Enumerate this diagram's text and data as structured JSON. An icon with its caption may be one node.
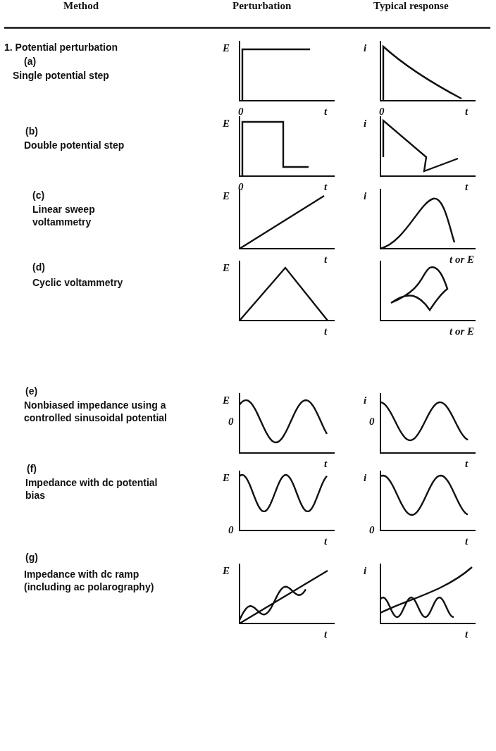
{
  "diagram": {
    "labels": [
      "Method",
      "Perturbation",
      "Typical response",
      "1. Potential perturbation",
      "(a)",
      "Single potential step",
      "E",
      "0",
      "t",
      "i",
      "0",
      "t",
      "(b)",
      "Double potential step",
      "E",
      "0",
      "t",
      "i",
      "t",
      "(c)",
      "Linear sweep voltammetry",
      "E",
      "t",
      "i",
      "t or E",
      "(d)",
      "Cyclic voltammetry",
      "E",
      "t",
      "t or E",
      "(e)",
      "Nonbiased impedance using a controlled sinusoidal potential",
      "E",
      "0",
      "t",
      "i",
      "0",
      "t",
      "(f)",
      "Impedance with dc potential bias",
      "E",
      "0",
      "t",
      "i",
      "0",
      "t",
      "(g)",
      "Impedance with dc ramp (including ac polarography)",
      "E",
      "t",
      "i",
      "t"
    ]
  }
}
